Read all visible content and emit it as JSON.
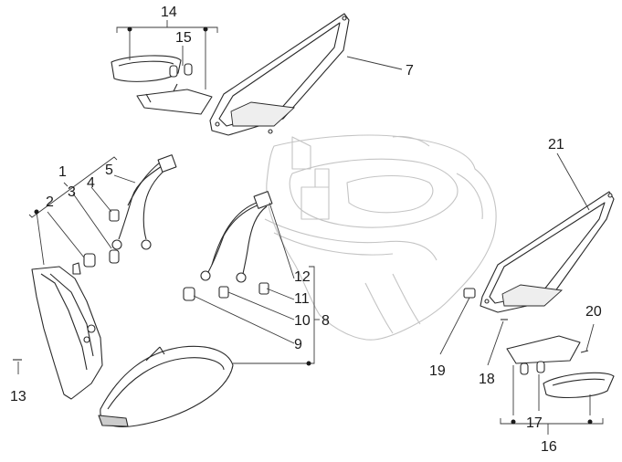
{
  "diagram": {
    "callouts": {
      "c1": "1",
      "c2": "2",
      "c3": "3",
      "c4": "4",
      "c5": "5",
      "c7": "7",
      "c8": "8",
      "c9": "9",
      "c10": "10",
      "c11": "11",
      "c12": "12",
      "c13": "13",
      "c14": "14",
      "c15": "15",
      "c16": "16",
      "c17": "17",
      "c18": "18",
      "c19": "19",
      "c20": "20",
      "c21": "21"
    },
    "colors": {
      "line": "#2a2a2a",
      "ghost": "#c4c4c4",
      "shade": "#d9d9d9"
    }
  }
}
